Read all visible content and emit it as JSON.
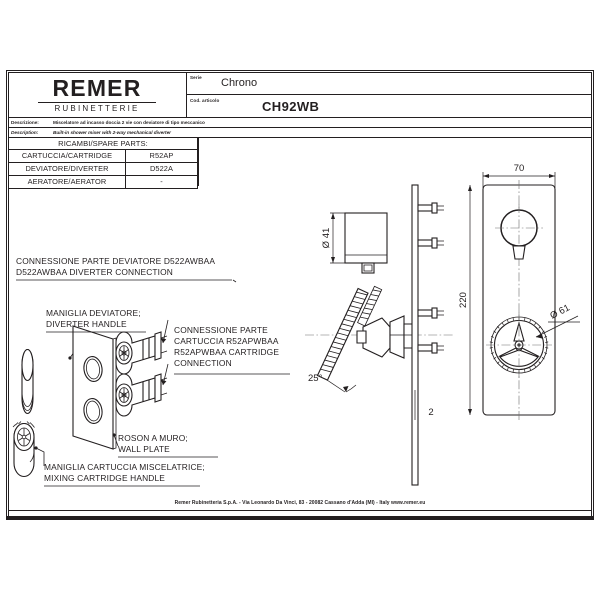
{
  "brand": {
    "name": "REMER",
    "subtitle": "RUBINETTERIE"
  },
  "header": {
    "serie_key": "Serie",
    "serie_value": "Chrono",
    "codice_key": "Cod. articolo",
    "codice_value": "CH92WB"
  },
  "description": {
    "it_key": "Descrizione:",
    "it_value": "Miscelatore ad incasso doccia 2 vie con deviatore di tipo meccanico",
    "en_key": "Description:",
    "en_value": "Built-in shower mixer with 2-way mechanical diverter"
  },
  "spare_parts": {
    "title": "RICAMBI/SPARE PARTS:",
    "rows": [
      {
        "name": "CARTUCCIA/CARTRIDGE",
        "code": "R52AP"
      },
      {
        "name": "DEVIATORE/DIVERTER",
        "code": "D522A"
      },
      {
        "name": "AERATORE/AERATOR",
        "code": "-"
      }
    ]
  },
  "callouts": {
    "diverter_connection": {
      "line1": "CONNESSIONE PARTE DEVIATORE D522AWBAA",
      "line2": "D522AWBAA DIVERTER CONNECTION"
    },
    "diverter_handle": {
      "line1": "MANIGLIA DEVIATORE;",
      "line2": "DIVERTER HANDLE"
    },
    "cartridge_connection": {
      "line1": "CONNESSIONE PARTE",
      "line2": "CARTUCCIA R52APWBAA",
      "line3": "R52APWBAA CARTRIDGE",
      "line4": "CONNECTION"
    },
    "wall_plate": {
      "line1": "ROSON A MURO;",
      "line2": "WALL PLATE"
    },
    "mixing_handle": {
      "line1": "MANIGLIA CARTUCCIA MISCELATRICE;",
      "line2": "MIXING CARTRIDGE HANDLE"
    }
  },
  "dimensions": {
    "diameter41": "Ø 41",
    "width70": "70",
    "height220": "220",
    "diameter61": "Ø 61",
    "depth2": "2",
    "angle25": "25°"
  },
  "footer": {
    "text": "Remer Rubinetteria S.p.A. - Via Leonardo Da Vinci, 83 - 20082 Cassano d'Adda (MI) - Italy www.remer.eu"
  }
}
